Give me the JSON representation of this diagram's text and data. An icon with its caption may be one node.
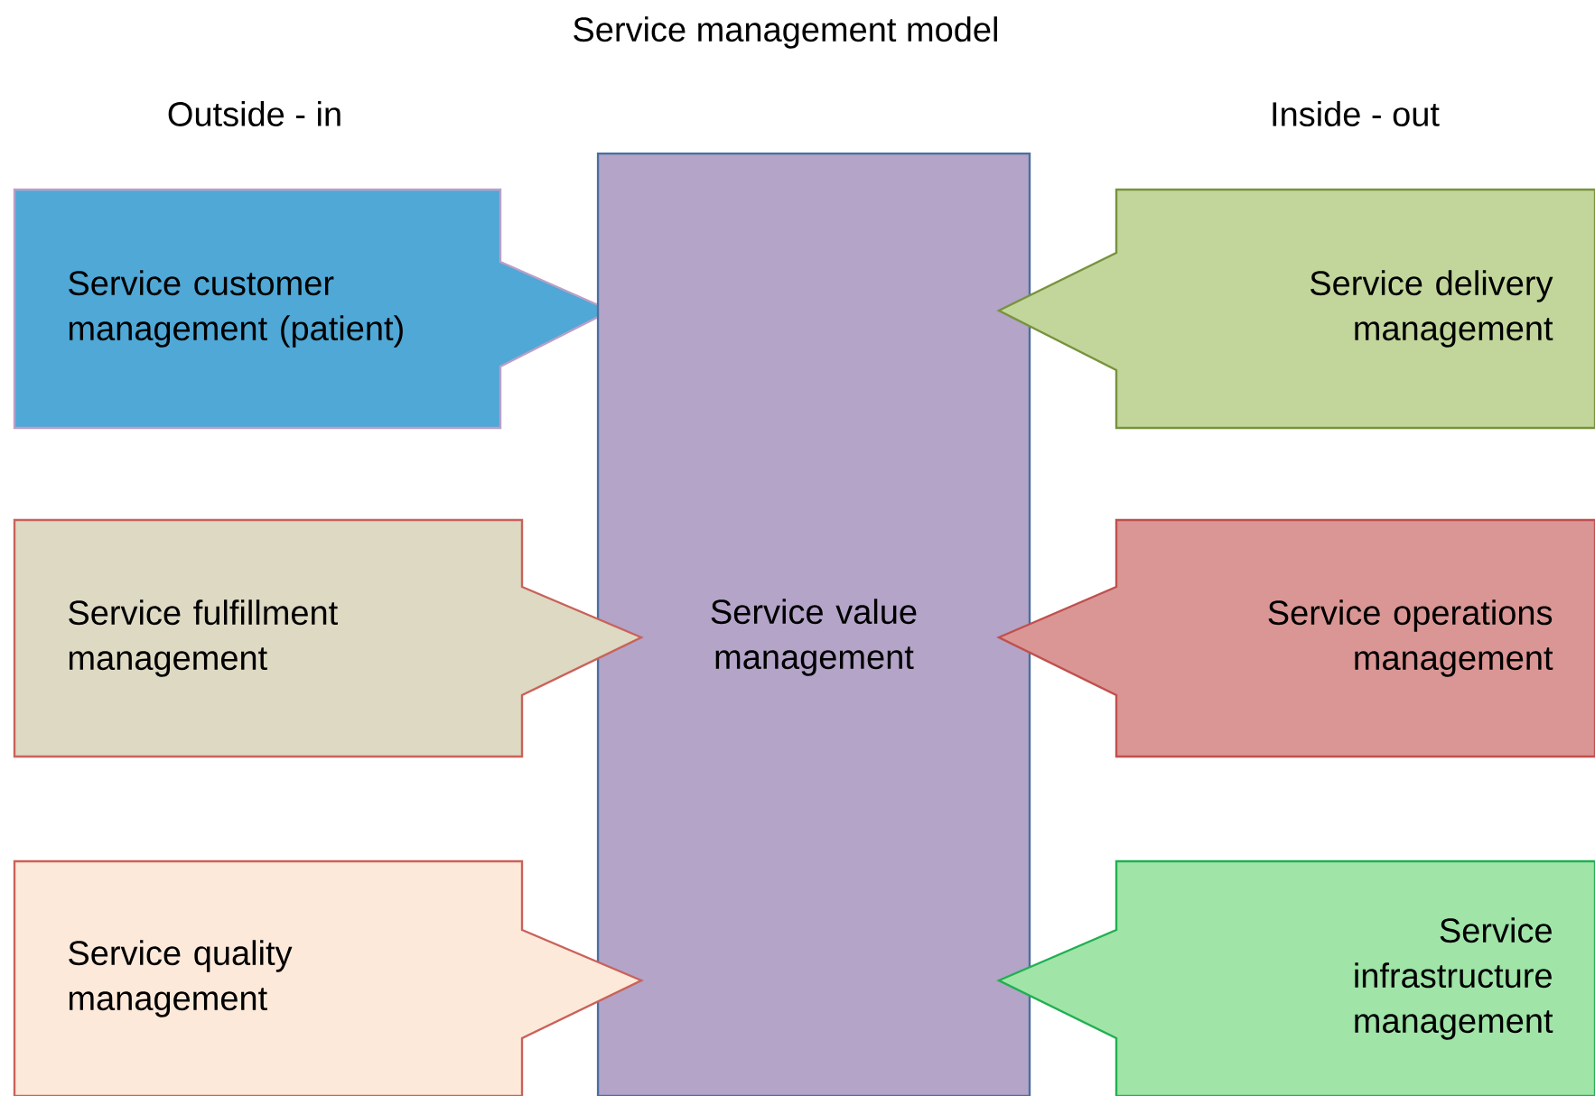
{
  "diagram": {
    "title": "Service management model",
    "nodes": [
      {
        "text": [
          "Service customer management (patient)"
        ]
      },
      {
        "text": [
          "Service value management"
        ]
      },
      {
        "text": [
          "Service delivery management"
        ]
      },
      {
        "text": [
          "Service fulfillment management"
        ]
      },
      {
        "text": [
          "Service operations management"
        ]
      },
      {
        "text": [
          "Service quality management"
        ]
      },
      {
        "text": [
          "Service infrastructure management"
        ]
      }
    ],
    "labels": [
      "Outside - in",
      "Inside - out"
    ]
  }
}
